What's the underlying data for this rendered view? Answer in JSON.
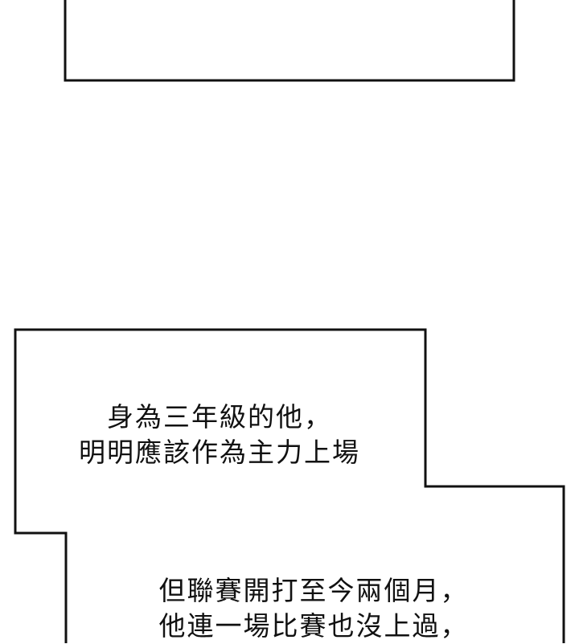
{
  "panels": [
    {
      "lines": []
    },
    {
      "lines": [
        "身為三年級的他，",
        "明明應該作為主力上場"
      ]
    },
    {
      "lines": [
        "但聯賽開打至今兩個月，",
        "他連一場比賽也沒上過，"
      ]
    }
  ],
  "colors": {
    "border": "#111111",
    "background": "#ffffff"
  }
}
